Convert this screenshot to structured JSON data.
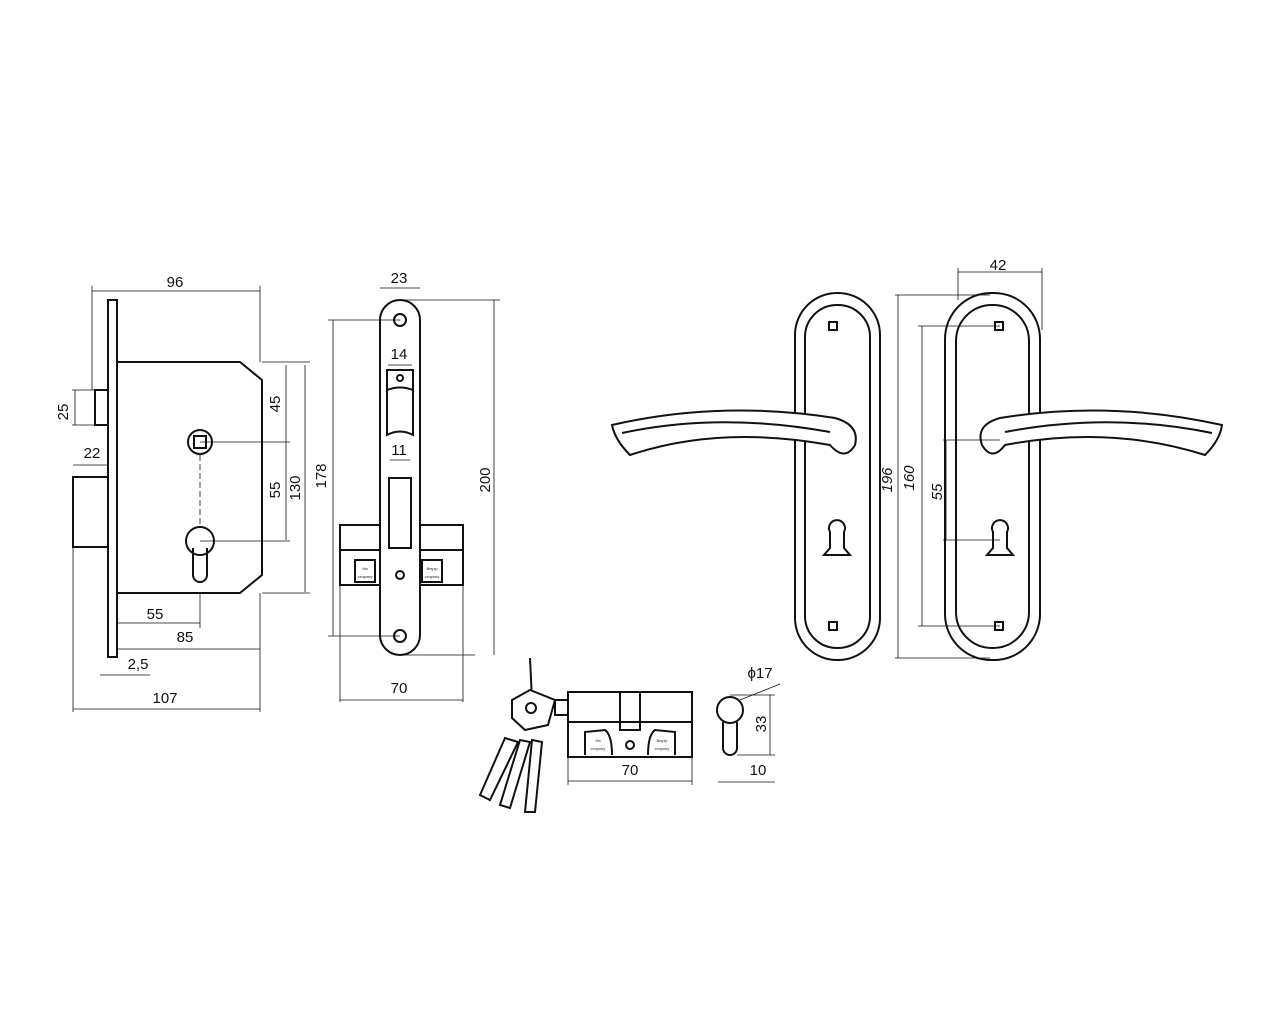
{
  "mortise_lock": {
    "dims": {
      "width_96": "96",
      "latch_25": "25",
      "bolt_22": "22",
      "spindle_45": "45",
      "centers_55": "55",
      "body_130": "130",
      "screws_178": "178",
      "backset_55": "55",
      "depth_85": "85",
      "plate_2_5": "2,5",
      "total_107": "107"
    }
  },
  "faceplate": {
    "dims": {
      "width_23": "23",
      "latch_14": "14",
      "bolt_11": "11",
      "height_200": "200",
      "screws_178": "178",
      "strike_70": "70"
    },
    "labels": {
      "left_a": "На",
      "left_b": "сторону",
      "right_a": "Внутр",
      "right_b": "сторону"
    }
  },
  "handles": {
    "dims": {
      "width_42": "42",
      "height_196": "196",
      "holes_160": "160",
      "centers_55": "55"
    }
  },
  "cylinder": {
    "dims": {
      "length_70": "70",
      "diameter": "ϕ17",
      "height_33": "33",
      "width_10": "10"
    },
    "labels": {
      "left_a": "На",
      "left_b": "сторону",
      "right_a": "Внутр",
      "right_b": "сторону"
    }
  },
  "colors": {
    "ink": "#111111",
    "background": "#ffffff"
  }
}
